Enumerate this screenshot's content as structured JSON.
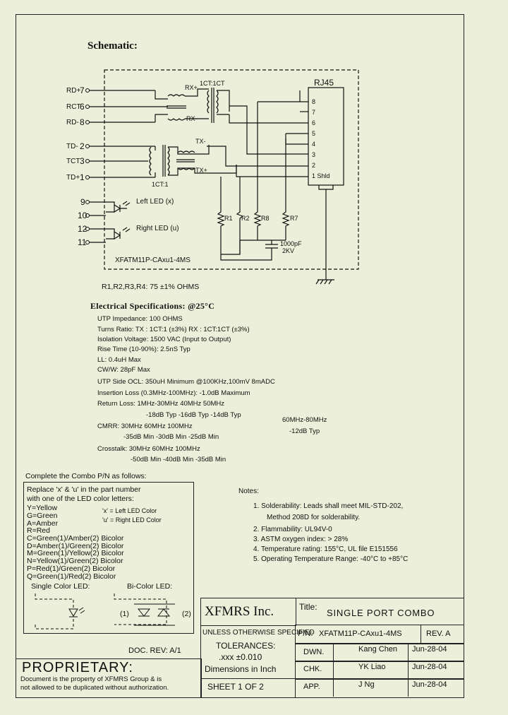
{
  "schematic": {
    "title": "Schematic:",
    "left_pins": [
      {
        "label": "RD+",
        "num": "7"
      },
      {
        "label": "RCT",
        "num": "6"
      },
      {
        "label": "RD-",
        "num": "8"
      },
      {
        "label": "TD-",
        "num": "2"
      },
      {
        "label": "TCT",
        "num": "3"
      },
      {
        "label": "TD+",
        "num": "1"
      }
    ],
    "transformer_label_top": "1CT:1CT",
    "transformer_label_bottom": "1CT:1",
    "rx_plus": "RX+",
    "rx_minus": "RX-",
    "tx_minus": "TX-",
    "tx_plus": "TX+",
    "rj45_label": "RJ45",
    "rj45_pins": [
      "8",
      "7",
      "6",
      "5",
      "4",
      "3",
      "2",
      "1 Shld"
    ],
    "led_pins": [
      "9",
      "10",
      "12",
      "11"
    ],
    "left_led": "Left LED (x)",
    "right_led": "Right LED (u)",
    "resistors": [
      "R1",
      "R2",
      "R8",
      "R7"
    ],
    "cap_label": "1000pF",
    "cap_voltage": "2KV",
    "part_number": "XFATM11P-CAxu1-4MS",
    "resistor_note": "R1,R2,R3,R4: 75 ±1% OHMS"
  },
  "electrical": {
    "title": "Electrical Specifications: @25°C",
    "lines": [
      "UTP Impedance: 100 OHMS",
      "Turns Ratio: TX : 1CT:1 (±3%)     RX : 1CT:1CT (±3%)",
      "Isolation Voltage: 1500 VAC (Input to Output)",
      "Rise Time (10-90%): 2.5nS Typ",
      "LL: 0.4uH Max",
      "CW/W: 28pF Max",
      "UTP Side OCL: 350uH Minimum @100KHz,100mV 8mADC",
      "Insertion Loss (0.3MHz-100MHz): -1.0dB Maximum",
      "Return Loss: 1MHz-30MHz       40MHz          50MHz",
      "-18dB Typ    -16dB Typ    -14dB Typ",
      "CMRR:   30MHz            60MHz            100MHz",
      "-35dB Min    -30dB Min    -25dB Min",
      "Crosstalk:  30MHz            60MHz            100MHz",
      "-50dB Min    -40dB Min    -35dB Min"
    ],
    "rl_extra_freq": "60MHz-80MHz",
    "rl_extra_val": "-12dB Typ"
  },
  "notes": {
    "title": "Notes:",
    "items": [
      "1.  Solderability: Leads shall meet MIL-STD-202,",
      "Method 208D for solderability.",
      "2.  Flammability: UL94V-0",
      "3.  ASTM oxygen index: > 28%",
      "4.  Temperature rating: 155°C, UL file E151556",
      "5.  Operating Temperature Range: -40°C to +85°C"
    ]
  },
  "combo": {
    "heading": "Complete the Combo P/N as follows:",
    "lines": [
      "Replace 'x' & 'u' in the part number",
      "with one of the LED color letters:",
      "Y=Yellow",
      "G=Green",
      "A=Amber",
      "R=Red",
      "C=Green(1)/Amber(2) Bicolor",
      "D=Amber(1)/Green(2) Bicolor",
      "M=Green(1)/Yellow(2) Bicolor",
      "N=Yellow(1)/Green(2) Bicolor",
      "P=Red(1)/Green(2) Bicolor",
      "Q=Green(1)/Red(2) Bicolor"
    ],
    "x_legend": "'x' = Left LED Color",
    "u_legend": "'u' = Right LED Color",
    "single_led": "Single Color LED:",
    "bi_led": "Bi-Color LED:",
    "bi_1": "(1)",
    "bi_2": "(2)"
  },
  "doc_rev": "DOC. REV: A/1",
  "proprietary": {
    "title": "PROPRIETARY:",
    "line1": "Document is the property of XFMRS Group & is",
    "line2": "not allowed to be duplicated without authorization."
  },
  "title_block": {
    "company": "XFMRS Inc.",
    "title_label": "Title:",
    "title": "SINGLE PORT COMBO",
    "unless": "UNLESS OTHERWISE SPECIFIED",
    "tolerances": "TOLERANCES:",
    "tol_value": ".xxx ±0.010",
    "dimensions": "Dimensions in Inch",
    "sheet": "SHEET  1  OF  2",
    "pn_label": "P/N:",
    "pn": "XFATM11P-CAxu1-4MS",
    "rev": "REV. A",
    "rows": [
      {
        "label": "DWN.",
        "name": "Kang Chen",
        "date": "Jun-28-04"
      },
      {
        "label": "CHK.",
        "name": "YK Liao",
        "date": "Jun-28-04"
      },
      {
        "label": "APP.",
        "name": "J Ng",
        "date": "Jun-28-04"
      }
    ]
  }
}
